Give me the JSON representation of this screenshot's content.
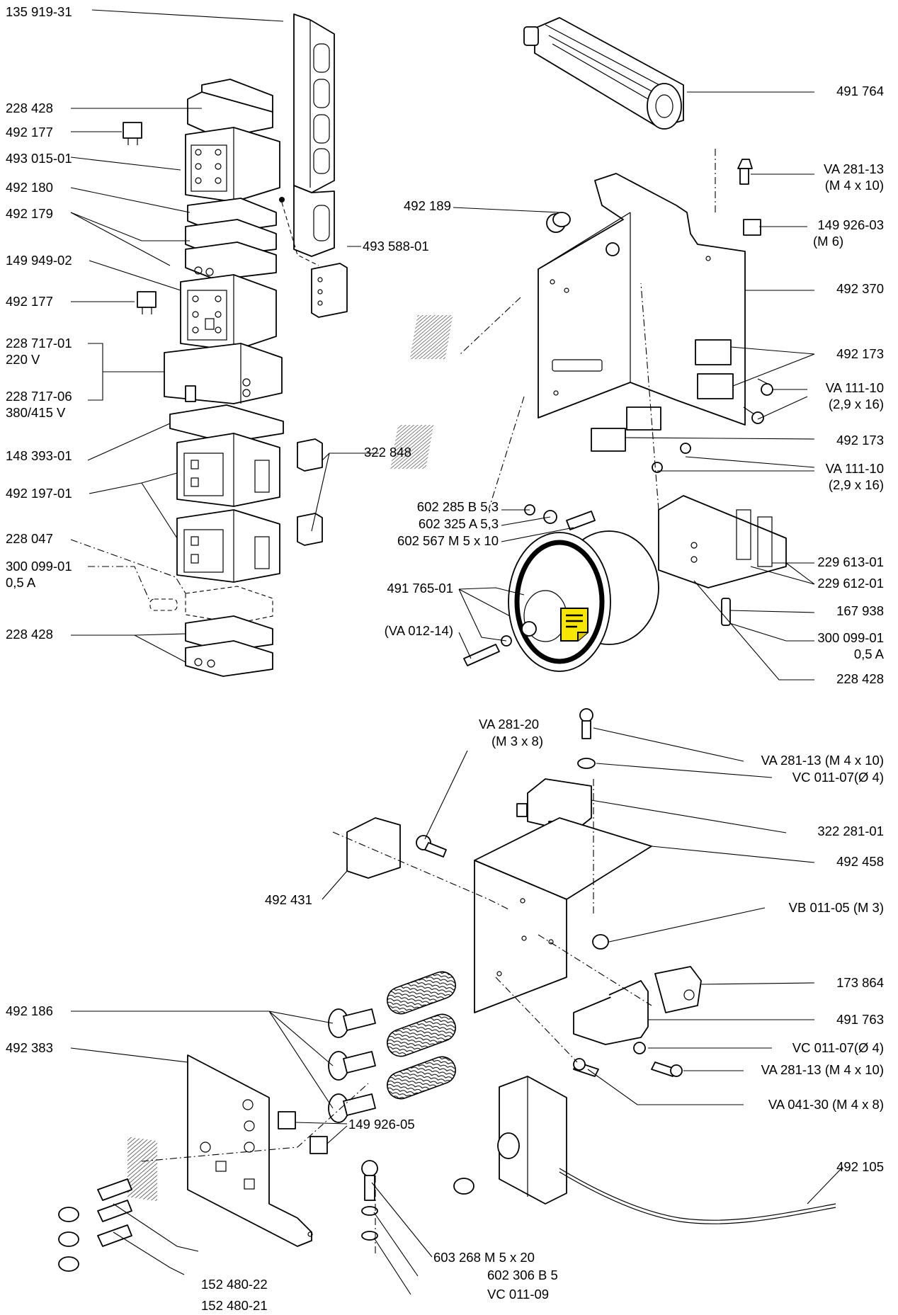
{
  "labels": {
    "l01": "135 919-31",
    "l02": "228 428",
    "l03": "492 177",
    "l04": "493 015-01",
    "l05": "492 180",
    "l06": "492 179",
    "l07": "149 949-02",
    "l08": "492 177",
    "l09a": "228 717-01",
    "l09b": "220 V",
    "l10a": "228 717-06",
    "l10b": "380/415 V",
    "l11": "148 393-01",
    "l12": "492 197-01",
    "l13": "228 047",
    "l14a": "300 099-01",
    "l14b": "0,5 A",
    "l15": "228 428",
    "l16": "493 588-01",
    "l17": "322 848",
    "r01": "491 764",
    "r02a": "VA 281-13",
    "r02b": "(M 4 x 10)",
    "r03": "492 189",
    "r04a": "149 926-03",
    "r04b": "(M 6)",
    "r05": "492 370",
    "r06": "492 173",
    "r07a": "VA 111-10",
    "r07b": "(2,9 x 16)",
    "r08": "492 173",
    "r09a": "VA 111-10",
    "r09b": "(2,9 x 16)",
    "r10": "602 285 B 5,3",
    "r11": "602 325 A 5,3",
    "r12": "602 567 M 5 x 10",
    "r13": "491 765-01",
    "r14": "(VA 012-14)",
    "r15": "229 613-01",
    "r16": "229 612-01",
    "r17": "167 938",
    "r18a": "300 099-01",
    "r18b": "0,5 A",
    "r19": "228 428",
    "b01a": "VA 281-20",
    "b01b": "(M 3 x 8)",
    "b02": "VA 281-13 (M 4 x 10)",
    "b03": "VC 011-07(Ø 4)",
    "b04": "322 281-01",
    "b05": "492 458",
    "b06": "492 431",
    "b07": "VB 011-05 (M 3)",
    "b08": "173 864",
    "b09": "492 186",
    "b10": "491 763",
    "b11": "492 383",
    "b12": "VC 011-07(Ø 4)",
    "b13": "VA 281-13 (M 4 x 10)",
    "b14": "VA 041-30 (M 4 x 8)",
    "b15": "149 926-05",
    "b16": "492 105",
    "b17": "603 268 M 5 x 20",
    "b18": "602 306 B 5",
    "b19": "152 480-22",
    "b20": "VC 011-09",
    "b21": "152 480-21"
  },
  "annotation_icon": {
    "name": "sticky-note-icon",
    "color": "#f7e600"
  }
}
